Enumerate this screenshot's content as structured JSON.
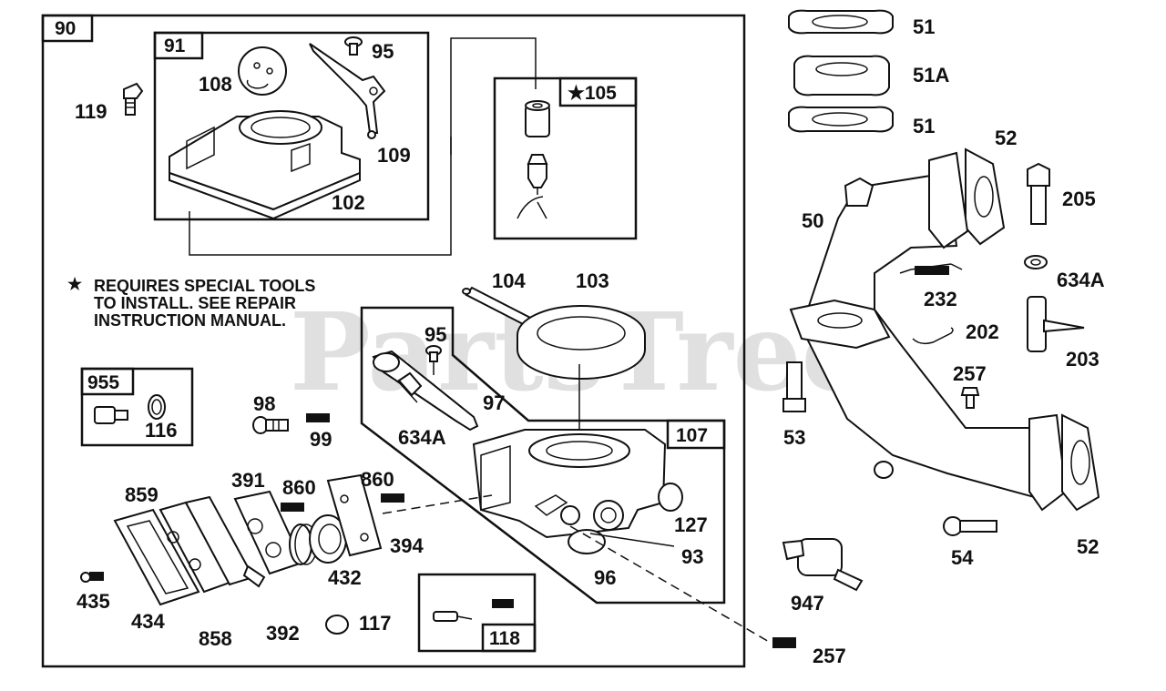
{
  "watermark": "PartsTree",
  "note": {
    "star": "★",
    "lines": [
      "REQUIRES SPECIAL TOOLS",
      "TO INSTALL.  SEE REPAIR",
      "INSTRUCTION MANUAL."
    ]
  },
  "boxes": {
    "b90": "90",
    "b91": "91",
    "b105": "★105",
    "b107": "107",
    "b955": "955",
    "b118": "118"
  },
  "labels": {
    "p51a": "51",
    "p51A": "51A",
    "p51b": "51",
    "p52a": "52",
    "p205": "205",
    "p50": "50",
    "p634Ar": "634A",
    "p232": "232",
    "p202": "202",
    "p203": "203",
    "p257a": "257",
    "p53": "53",
    "p54": "54",
    "p52b": "52",
    "p947": "947",
    "p257b": "257",
    "p119": "119",
    "p108": "108",
    "p95a": "95",
    "p109": "109",
    "p102": "102",
    "p104": "104",
    "p103": "103",
    "p95b": "95",
    "p97": "97",
    "p98": "98",
    "p99": "99",
    "p634Al": "634A",
    "p116": "116",
    "p127": "127",
    "p93": "93",
    "p96": "96",
    "p859": "859",
    "p391": "391",
    "p860a": "860",
    "p860b": "860",
    "p394": "394",
    "p432": "432",
    "p435": "435",
    "p434": "434",
    "p858": "858",
    "p392": "392",
    "p117": "117"
  }
}
